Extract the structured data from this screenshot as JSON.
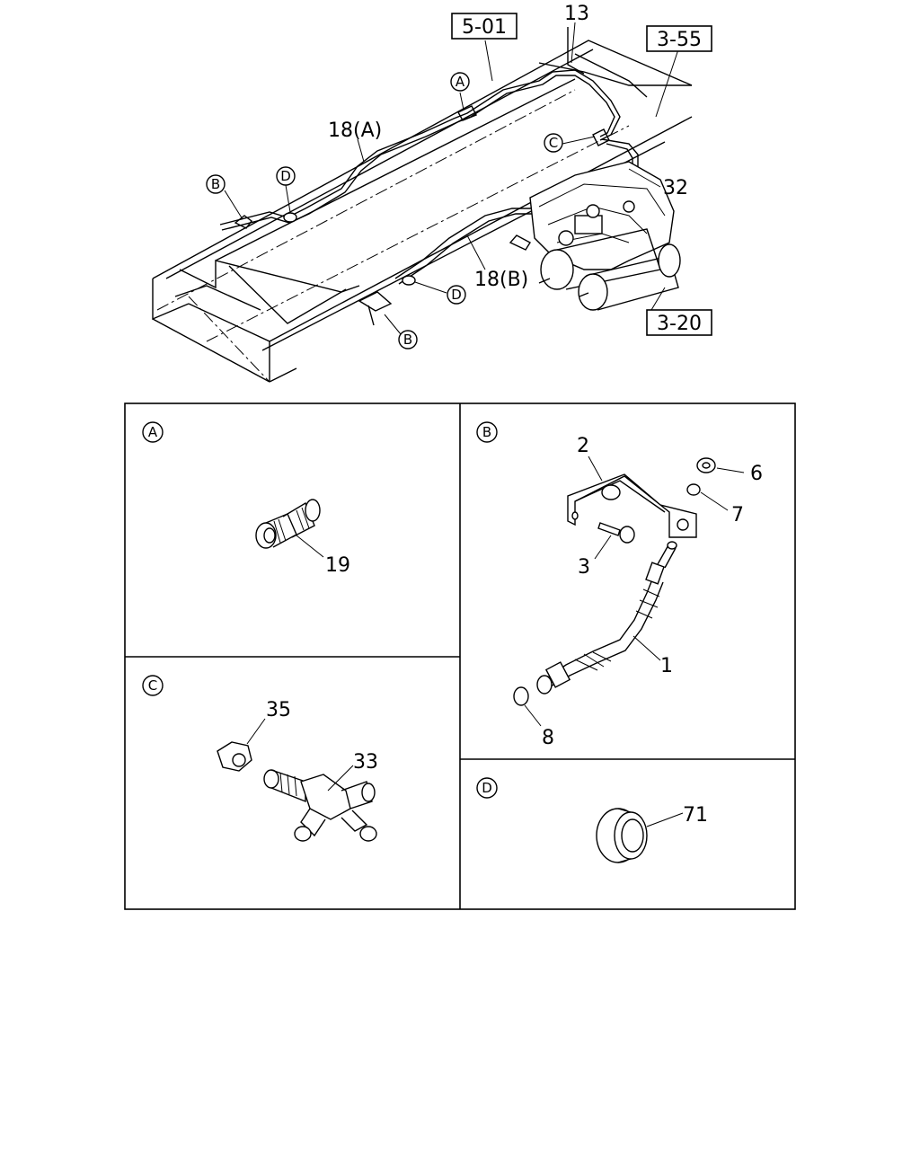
{
  "refs": {
    "r501": "5-01",
    "r355": "3-55",
    "r320": "3-20"
  },
  "callouts": {
    "p13": "13",
    "p18a": "18(A)",
    "p18b": "18(B)",
    "p32": "32",
    "p19": "19",
    "p2": "2",
    "p6": "6",
    "p7": "7",
    "p3": "3",
    "p1": "1",
    "p8": "8",
    "p35": "35",
    "p33": "33",
    "p71": "71"
  },
  "markers": {
    "a": "A",
    "b": "B",
    "c": "C",
    "d": "D"
  },
  "panels": {
    "a": "A",
    "b": "B",
    "c": "C",
    "d": "D"
  }
}
